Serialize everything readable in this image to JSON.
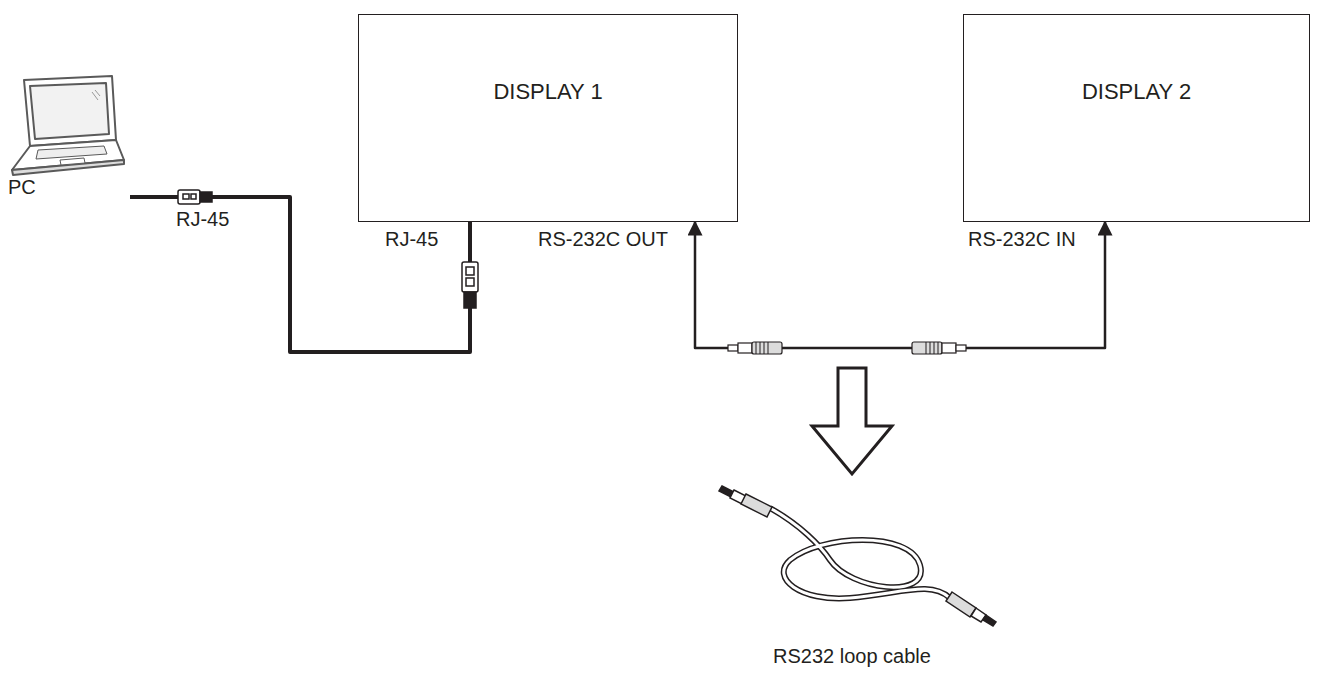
{
  "diagram": {
    "nodes": [
      {
        "text": [
          "PC"
        ]
      },
      {
        "text": [
          "DISPLAY 1"
        ]
      },
      {
        "text": [
          "DISPLAY 2"
        ]
      }
    ],
    "edges": [
      {
        "from": 0,
        "to": 1,
        "arrow": "none"
      },
      {
        "from": 1,
        "to": 2,
        "arrow": "both"
      }
    ],
    "labels": [
      "RJ-45",
      "RJ-45",
      "RS-232C OUT",
      "RS-232C IN",
      "RS232 loop cable"
    ]
  }
}
